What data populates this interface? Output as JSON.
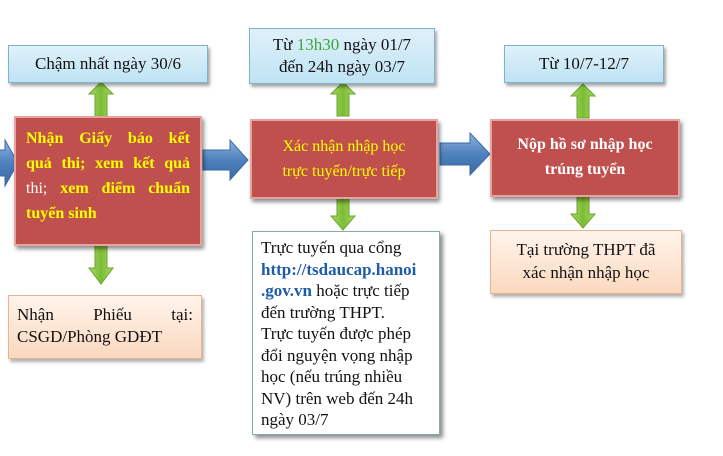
{
  "top_boxes": [
    {
      "text": "Chậm nhất ngày 30/6"
    },
    {
      "prefix": "Từ ",
      "time": "13h30",
      "suffix": " ngày 01/7",
      "line2": "đến 24h ngày 03/7"
    },
    {
      "text": "Từ 10/7-12/7"
    }
  ],
  "steps": [
    {
      "l1": "Nhận Giấy báo kết",
      "l2a": "quả thi; xem kết quả",
      "l3a": "thi; ",
      "l3b": "xem điểm chuẩn",
      "l4": "tuyển sinh"
    },
    {
      "l1": "Xác nhận nhập học",
      "l2": "trực tuyến/trực tiếp"
    },
    {
      "l1": "Nộp hồ sơ nhập học",
      "l2": "trúng tuyển"
    }
  ],
  "bottom_boxes": [
    {
      "l1": "Nhận Phiếu tại:",
      "l2": "CSGD/Phòng GDĐT"
    },
    {
      "p1": "Trực tuyến qua cổng",
      "url1": "http://tsdaucap.hanoi",
      "url2": ".gov.vn",
      "p2": " hoặc trực tiếp",
      "p3": "đến trường THPT.",
      "p4": "Trực tuyến được phép",
      "p5": "đổi nguyện vọng nhập",
      "p6": "học (nếu trúng nhiều",
      "p7": "NV) trên web đến 24h",
      "p8": "ngày 03/7"
    },
    {
      "l1": "Tại trường THPT đã",
      "l2": "xác nhận nhập học"
    }
  ],
  "colors": {
    "red": "#c0504d",
    "blue_arrow": "#4f81bd",
    "green_arrow": "#8dc63f",
    "yellow_text": "#ffff00",
    "link": "#1f5ca8"
  }
}
